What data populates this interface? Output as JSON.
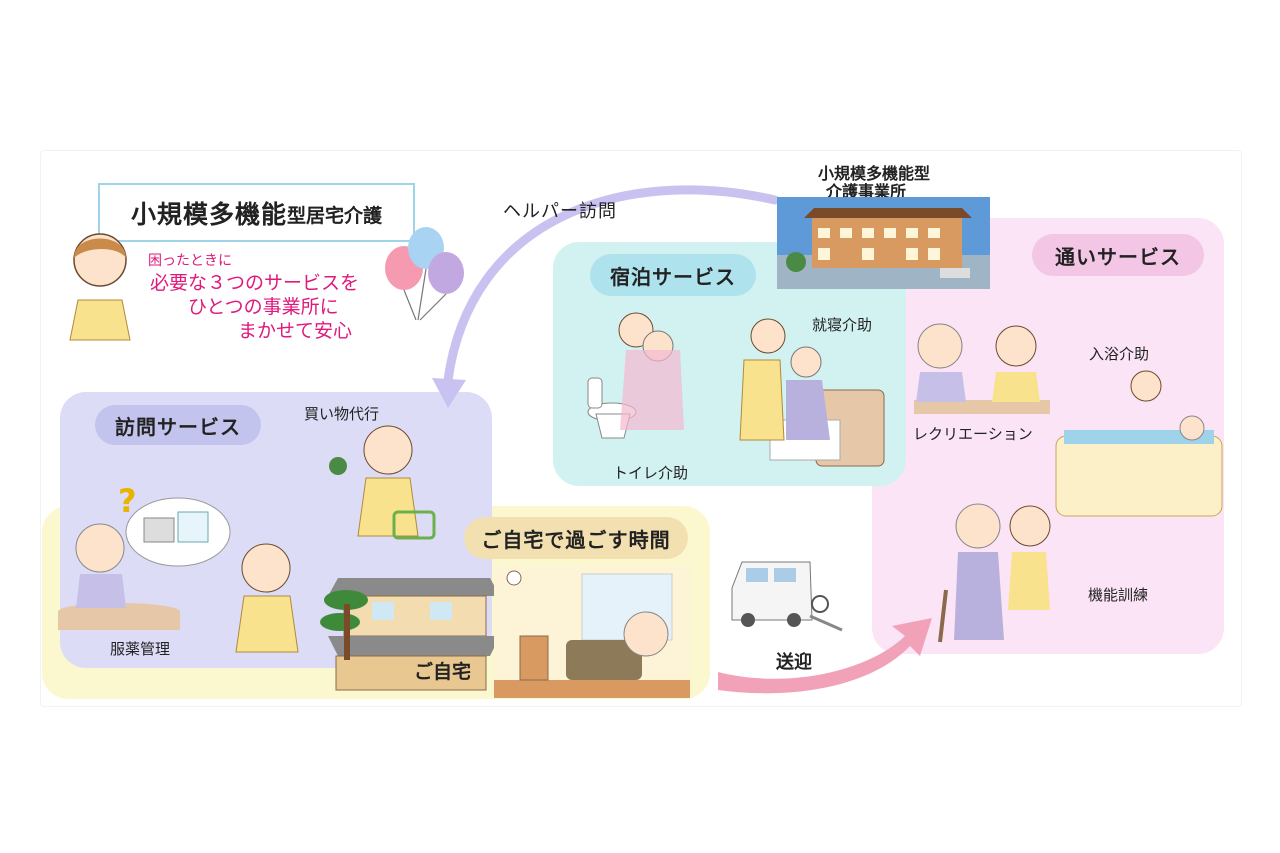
{
  "title_box": {
    "main": "小規模多機能",
    "sub": "型居宅介護"
  },
  "slogan": {
    "line1": "困ったときに",
    "line2": "必要な３つのサービスを",
    "line3": "ひとつの事業所に",
    "line4": "まかせて安心"
  },
  "facility": {
    "line1": "小規模多機能型",
    "line2": "介護事業所"
  },
  "helper_visit_label": "ヘルパー訪問",
  "stay_service": {
    "title": "宿泊サービス",
    "toilet": "トイレ介助",
    "bedtime": "就寝介助"
  },
  "day_service": {
    "title": "通いサービス",
    "recreation": "レクリエーション",
    "bathing": "入浴介助",
    "training": "機能訓練"
  },
  "visit_service": {
    "title": "訪問サービス",
    "shopping": "買い物代行",
    "medication": "服薬管理"
  },
  "home_time": {
    "title": "ご自宅で過ごす時間",
    "home": "ご自宅"
  },
  "transport_label": "送迎",
  "colors": {
    "visit_panel": "#dcdcf7",
    "home_panel": "#fbf8d0",
    "stay_panel": "#d2f2f2",
    "day_panel": "#fbe4f6",
    "pink_text": "#e0197d",
    "arrow_purple": "#c9c2f0",
    "arrow_pink": "#f2a2b8"
  },
  "icons": [
    "balloons-icon",
    "question-mark-icon",
    "house-icon",
    "van-icon",
    "bathtub-icon",
    "bed-icon",
    "toilet-icon",
    "facility-building-icon",
    "broccoli-icon",
    "basket-icon",
    "clock-icon",
    "sofa-icon",
    "pine-tree-icon"
  ]
}
